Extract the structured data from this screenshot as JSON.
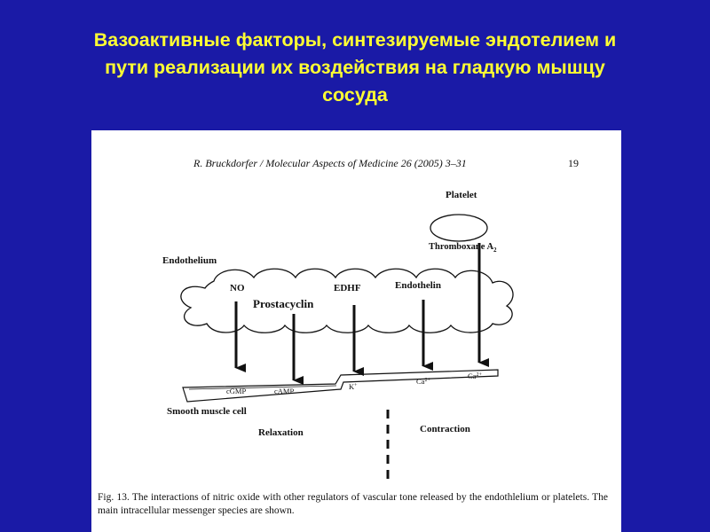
{
  "slide": {
    "title_lines": [
      "Вазоактивные факторы, синтезируемые эндотелием и",
      "пути реализации их воздействия на  гладкую мышцу",
      "сосуда"
    ],
    "title_color": "#ffff33",
    "background_color": "#1a1aa6"
  },
  "figure": {
    "header_citation": "R. Bruckdorfer / Molecular Aspects of Medicine 26 (2005) 3–31",
    "page_number": "19",
    "platelet_label": "Platelet",
    "thromboxane_label": "Thromboxane A",
    "thromboxane_sub": "2",
    "endothelium_label": "Endothelium",
    "factors": {
      "no": "NO",
      "prostacyclin": "Prostacyclin",
      "edhf": "EDHF",
      "endothelin": "Endothelin"
    },
    "messengers": {
      "cgmp": "cGMP",
      "camp": "cAMP",
      "k": "K",
      "k_sup": "+",
      "ca1": "Ca",
      "ca1_sup": "2+",
      "ca2": "Ca",
      "ca2_sup": "2+"
    },
    "smooth_muscle_label": "Smooth muscle cell",
    "relaxation_label": "Relaxation",
    "contraction_label": "Contraction",
    "caption": "Fig. 13. The interactions of nitric oxide with other regulators of vascular tone released by the endothlelium or platelets. The main intracellular messenger species are shown."
  }
}
